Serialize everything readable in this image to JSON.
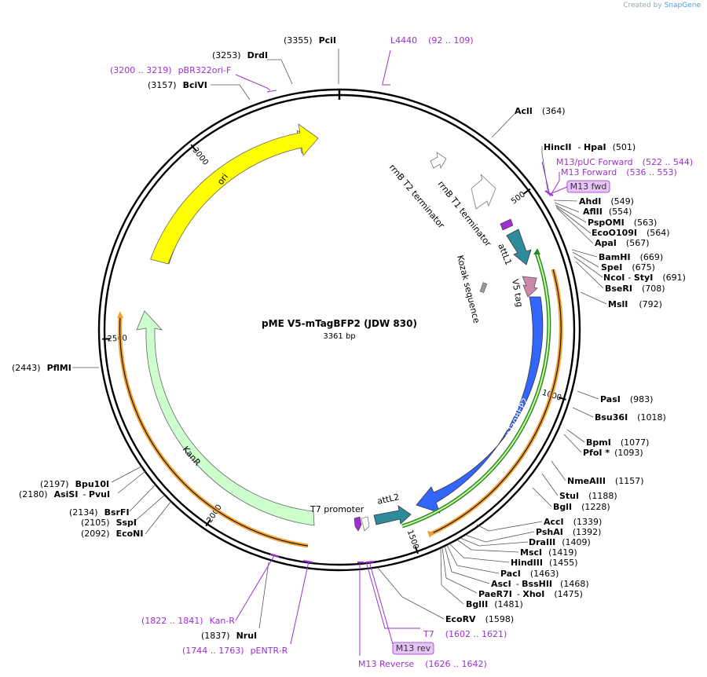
{
  "credit": {
    "prefix": "Created by",
    "brand": "SnapGene"
  },
  "plasmid": {
    "name": "pME V5-mTagBFP2 (JDW 830)",
    "length_label": "3361 bp"
  },
  "ticks": [
    "500",
    "1000",
    "1500",
    "2000",
    "2500",
    "3000"
  ],
  "features": {
    "ori": "ori",
    "kanr": "KanR",
    "mtagbfp2": "mTagBFP2",
    "attl1": "attL1",
    "attl2": "attL2",
    "v5": "V5 tag",
    "kozak": "Kozak sequence",
    "t7prom": "T7 promoter",
    "rrnbt1": "rrnB T1 terminator",
    "rrnbt2": "rrnB T2 terminator"
  },
  "enzymes": {
    "pcii": {
      "name": "PciI",
      "pos": "(3355)"
    },
    "drdi": {
      "name": "DrdI",
      "pos": "(3253)"
    },
    "bcivi": {
      "name": "BciVI",
      "pos": "(3157)"
    },
    "acli": {
      "name": "AclI",
      "pos": "(364)"
    },
    "hincii": {
      "name": "HincII",
      "sep": "- ",
      "name2": "HpaI",
      "pos": "(501)"
    },
    "ahdi": {
      "name": "AhdI",
      "pos": "(549)"
    },
    "aflii": {
      "name": "AflII",
      "pos": "(554)"
    },
    "pspomi": {
      "name": "PspOMI",
      "pos": "(563)"
    },
    "ecoo109i": {
      "name": "EcoO109I",
      "pos": "(564)"
    },
    "apai": {
      "name": "ApaI",
      "pos": "(567)"
    },
    "bamhi": {
      "name": "BamHI",
      "pos": "(669)"
    },
    "spei": {
      "name": "SpeI",
      "pos": "(675)"
    },
    "ncoi": {
      "name": "NcoI",
      "sep": "- ",
      "name2": "StyI",
      "pos": "(691)"
    },
    "bseri": {
      "name": "BseRI",
      "pos": "(708)"
    },
    "msli": {
      "name": "MslI",
      "pos": "(792)"
    },
    "pasi": {
      "name": "PasI",
      "pos": "(983)"
    },
    "bsu36i": {
      "name": "Bsu36I",
      "pos": "(1018)"
    },
    "bpmi": {
      "name": "BpmI",
      "pos": "(1077)"
    },
    "pfoi": {
      "name": "PfoI *",
      "pos": "(1093)"
    },
    "nmeaiii": {
      "name": "NmeAIII",
      "pos": "(1157)"
    },
    "stui": {
      "name": "StuI",
      "pos": "(1188)"
    },
    "bgli": {
      "name": "BglI",
      "pos": "(1228)"
    },
    "acci": {
      "name": "AccI",
      "pos": "(1339)"
    },
    "pshai": {
      "name": "PshAI",
      "pos": "(1392)"
    },
    "draiii": {
      "name": "DraIII",
      "pos": "(1409)"
    },
    "msci": {
      "name": "MscI",
      "pos": "(1419)"
    },
    "hindiii": {
      "name": "HindIII",
      "pos": "(1455)"
    },
    "paci": {
      "name": "PacI",
      "pos": "(1463)"
    },
    "asci": {
      "name": "AscI",
      "sep": "- ",
      "name2": "BssHII",
      "pos": "(1468)"
    },
    "paer7i": {
      "name": "PaeR7I",
      "sep": "- ",
      "name2": "XhoI",
      "pos": "(1475)"
    },
    "bglii": {
      "name": "BglII",
      "pos": "(1481)"
    },
    "ecorv": {
      "name": "EcoRV",
      "pos": "(1598)"
    },
    "srui": {
      "name": "NruI",
      "pos": "(1837)"
    },
    "econi": {
      "name": "EcoNI",
      "pos": "(2092)"
    },
    "sspi": {
      "name": "SspI",
      "pos": "(2105)"
    },
    "bsrfi": {
      "name": "BsrFI",
      "pos": "(2134)"
    },
    "asisi": {
      "name": "AsiSI",
      "sep": "- ",
      "name2": "PvuI",
      "pos": "(2180)"
    },
    "bpu10i": {
      "name": "Bpu10I",
      "pos": "(2197)"
    },
    "pflmi": {
      "name": "PflMI",
      "pos": "(2443)"
    }
  },
  "primers": {
    "l4440": {
      "name": "L4440",
      "range": "(92 .. 109)"
    },
    "pbr322": {
      "range": "(3200 .. 3219)",
      "name": "pBR322ori-F"
    },
    "m13puc": {
      "name": "M13/pUC Forward",
      "range": "(522 .. 544)"
    },
    "m13f": {
      "name": "M13 Forward",
      "range": "(536 .. 553)"
    },
    "m13fwd_box": "M13 fwd",
    "t7": {
      "name": "T7",
      "range": "(1602 .. 1621)"
    },
    "m13rev_box": "M13 rev",
    "m13rev": {
      "name": "M13 Reverse",
      "range": "(1626 .. 1642)"
    },
    "kanr": {
      "range": "(1822 .. 1841)",
      "name": "Kan-R"
    },
    "pentr": {
      "range": "(1744 .. 1763)",
      "name": "pENTR-R"
    }
  },
  "colors": {
    "ori": "#ffff00",
    "kanr": "#ccffcc",
    "mtagbfp2": "#3366ff",
    "att": "#2e8b9a",
    "v5": "#cc88aa",
    "primer": "#9b30d0",
    "orf_outline": "#f0a030"
  }
}
